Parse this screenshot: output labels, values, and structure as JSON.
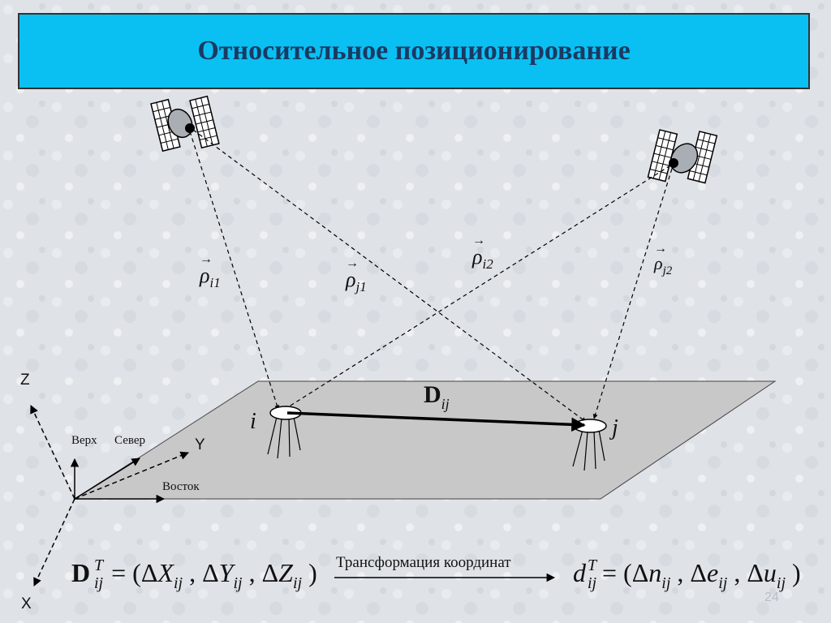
{
  "slide": {
    "title": "Относительное позиционирование",
    "page_number": "24"
  },
  "axes": {
    "z": "Z",
    "y": "Y",
    "x": "X",
    "up": "Верх",
    "north": "Север",
    "east": "Восток"
  },
  "points": {
    "i": "i",
    "j": "j"
  },
  "ranges": [
    {
      "base": "ρ",
      "sub": "i1"
    },
    {
      "base": "ρ",
      "sub": "j1"
    },
    {
      "base": "ρ",
      "sub": "i2"
    },
    {
      "base": "ρ",
      "sub": "j2"
    }
  ],
  "baseline": {
    "symbol": "D",
    "subscript": "ij"
  },
  "formula": {
    "left": "D_ij^T = (ΔX_ij, ΔY_ij, ΔZ_ij)",
    "transform_label": "Трансформация координат",
    "right": "d_ij^T = (Δn_ij, Δe_ij, Δu_ij)"
  },
  "colors": {
    "title_background": "#0ac0f2",
    "title_text": "#1a3a63",
    "plane_fill": "#c8c8c8",
    "background": "#dfe3e8"
  }
}
